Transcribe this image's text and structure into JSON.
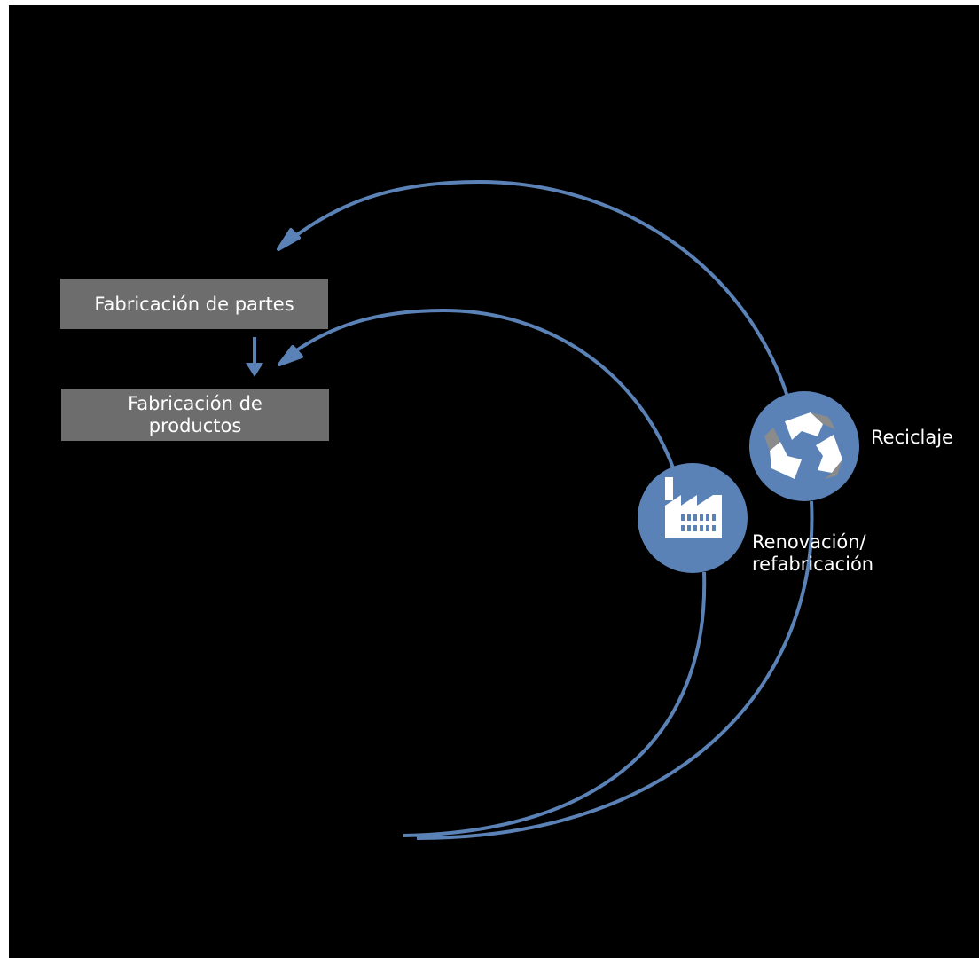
{
  "nodes": {
    "parts": {
      "label": "Fabricación de partes"
    },
    "products": {
      "label": "Fabricación de productos"
    },
    "recycling": {
      "label": "Reciclaje",
      "icon": "recycle-icon"
    },
    "remanufacturing": {
      "label": "Renovación/ refabricación",
      "icon": "factory-icon"
    }
  },
  "colors": {
    "background": "#000000",
    "loop": "#5b82b6",
    "box": "#6d6d6d",
    "text": "#ffffff",
    "icon_fill": "#ffffff",
    "icon_shade": "#8b8b8b"
  }
}
